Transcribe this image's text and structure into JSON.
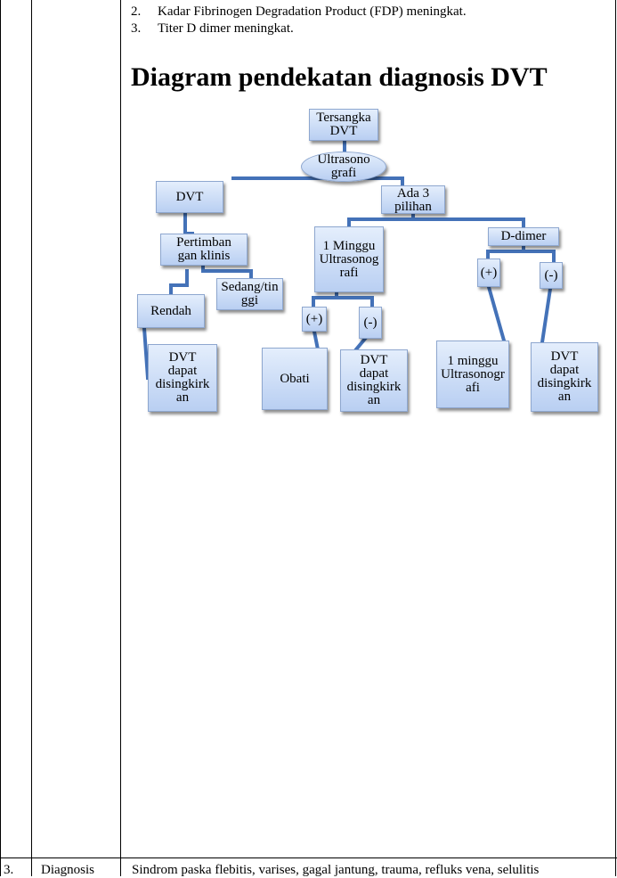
{
  "list_items": [
    {
      "number": "2.",
      "text": "Kadar Fibrinogen Degradation Product (FDP) meningkat."
    },
    {
      "number": "3.",
      "text": "Titer D dimer meningkat."
    }
  ],
  "heading": "Diagram pendekatan diagnosis DVT",
  "diagram": {
    "nodes": {
      "suspect": "Tersangka\nDVT",
      "ultrasound": "Ultrasono\ngrafi",
      "dvt": "DVT",
      "three_options": "Ada 3\npilihan",
      "clinical": "Pertimban\ngan klinis",
      "one_week": "1 Minggu\nUltrasonog\nrafi",
      "ddimer": "D-dimer",
      "ddimer_pos": "(+)",
      "ddimer_neg": "(-)",
      "medium": "Sedang/tin\nggi",
      "low": "Rendah",
      "week_pos": "(+)",
      "week_neg": "(-)",
      "excluded_1": "DVT\ndapat\ndisingkirk\nan",
      "treat": "Obati",
      "excluded_2": "DVT\ndapat\ndisingkirk\nan",
      "one_week_2": "1 minggu\nUltrasonogr\nafi",
      "excluded_3": "DVT\ndapat\ndisingkirk\nan"
    },
    "colors": {
      "node_top": "#e4eefc",
      "node_bottom": "#b9cff2",
      "connector": "#4472b8"
    }
  },
  "bottom_row": {
    "number": "3.",
    "label": "Diagnosis",
    "text": "Sindrom  paska  flebitis,  varises,  gagal  jantung,  trauma,  refluks  vena,  selulitis"
  }
}
